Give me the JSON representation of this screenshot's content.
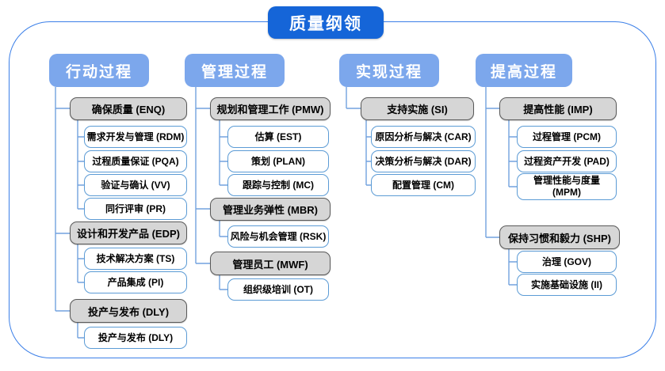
{
  "title": "质量纲领",
  "colors": {
    "title_bg": "#1565D8",
    "header_bg": "#7CA7EC",
    "gray_box_bg": "#D6D6D6",
    "gray_box_border": "#595959",
    "white_box_border": "#5B9BD5",
    "connector": "#72A2DF",
    "frame_border": "#3B7FE8"
  },
  "columns": [
    {
      "header": "行动过程",
      "groups": [
        {
          "parent": "确保质量 (ENQ)",
          "children": [
            "需求开发与管理 (RDM)",
            "过程质量保证 (PQA)",
            "验证与确认 (VV)",
            "同行评审 (PR)"
          ]
        },
        {
          "parent": "设计和开发产品 (EDP)",
          "children": [
            "技术解决方案 (TS)",
            "产品集成 (PI)"
          ]
        },
        {
          "parent": "投产与发布 (DLY)",
          "children": [
            "投产与发布 (DLY)"
          ]
        }
      ]
    },
    {
      "header": "管理过程",
      "groups": [
        {
          "parent": "规划和管理工作 (PMW)",
          "children": [
            "估算 (EST)",
            "策划 (PLAN)",
            "跟踪与控制 (MC)"
          ]
        },
        {
          "parent": "管理业务弹性 (MBR)",
          "children": [
            "风险与机会管理 (RSK)"
          ]
        },
        {
          "parent": "管理员工 (MWF)",
          "children": [
            "组织级培训 (OT)"
          ]
        }
      ]
    },
    {
      "header": "实现过程",
      "groups": [
        {
          "parent": "支持实施 (SI)",
          "children": [
            "原因分析与解决 (CAR)",
            "决策分析与解决 (DAR)",
            "配置管理 (CM)"
          ]
        }
      ]
    },
    {
      "header": "提高过程",
      "groups": [
        {
          "parent": "提高性能 (IMP)",
          "children": [
            "过程管理 (PCM)",
            "过程资产开发 (PAD)",
            "管理性能与度量\n(MPM)"
          ]
        },
        {
          "parent": "保持习惯和毅力 (SHP)",
          "children": [
            "治理 (GOV)",
            "实施基础设施 (II)"
          ]
        }
      ]
    }
  ]
}
